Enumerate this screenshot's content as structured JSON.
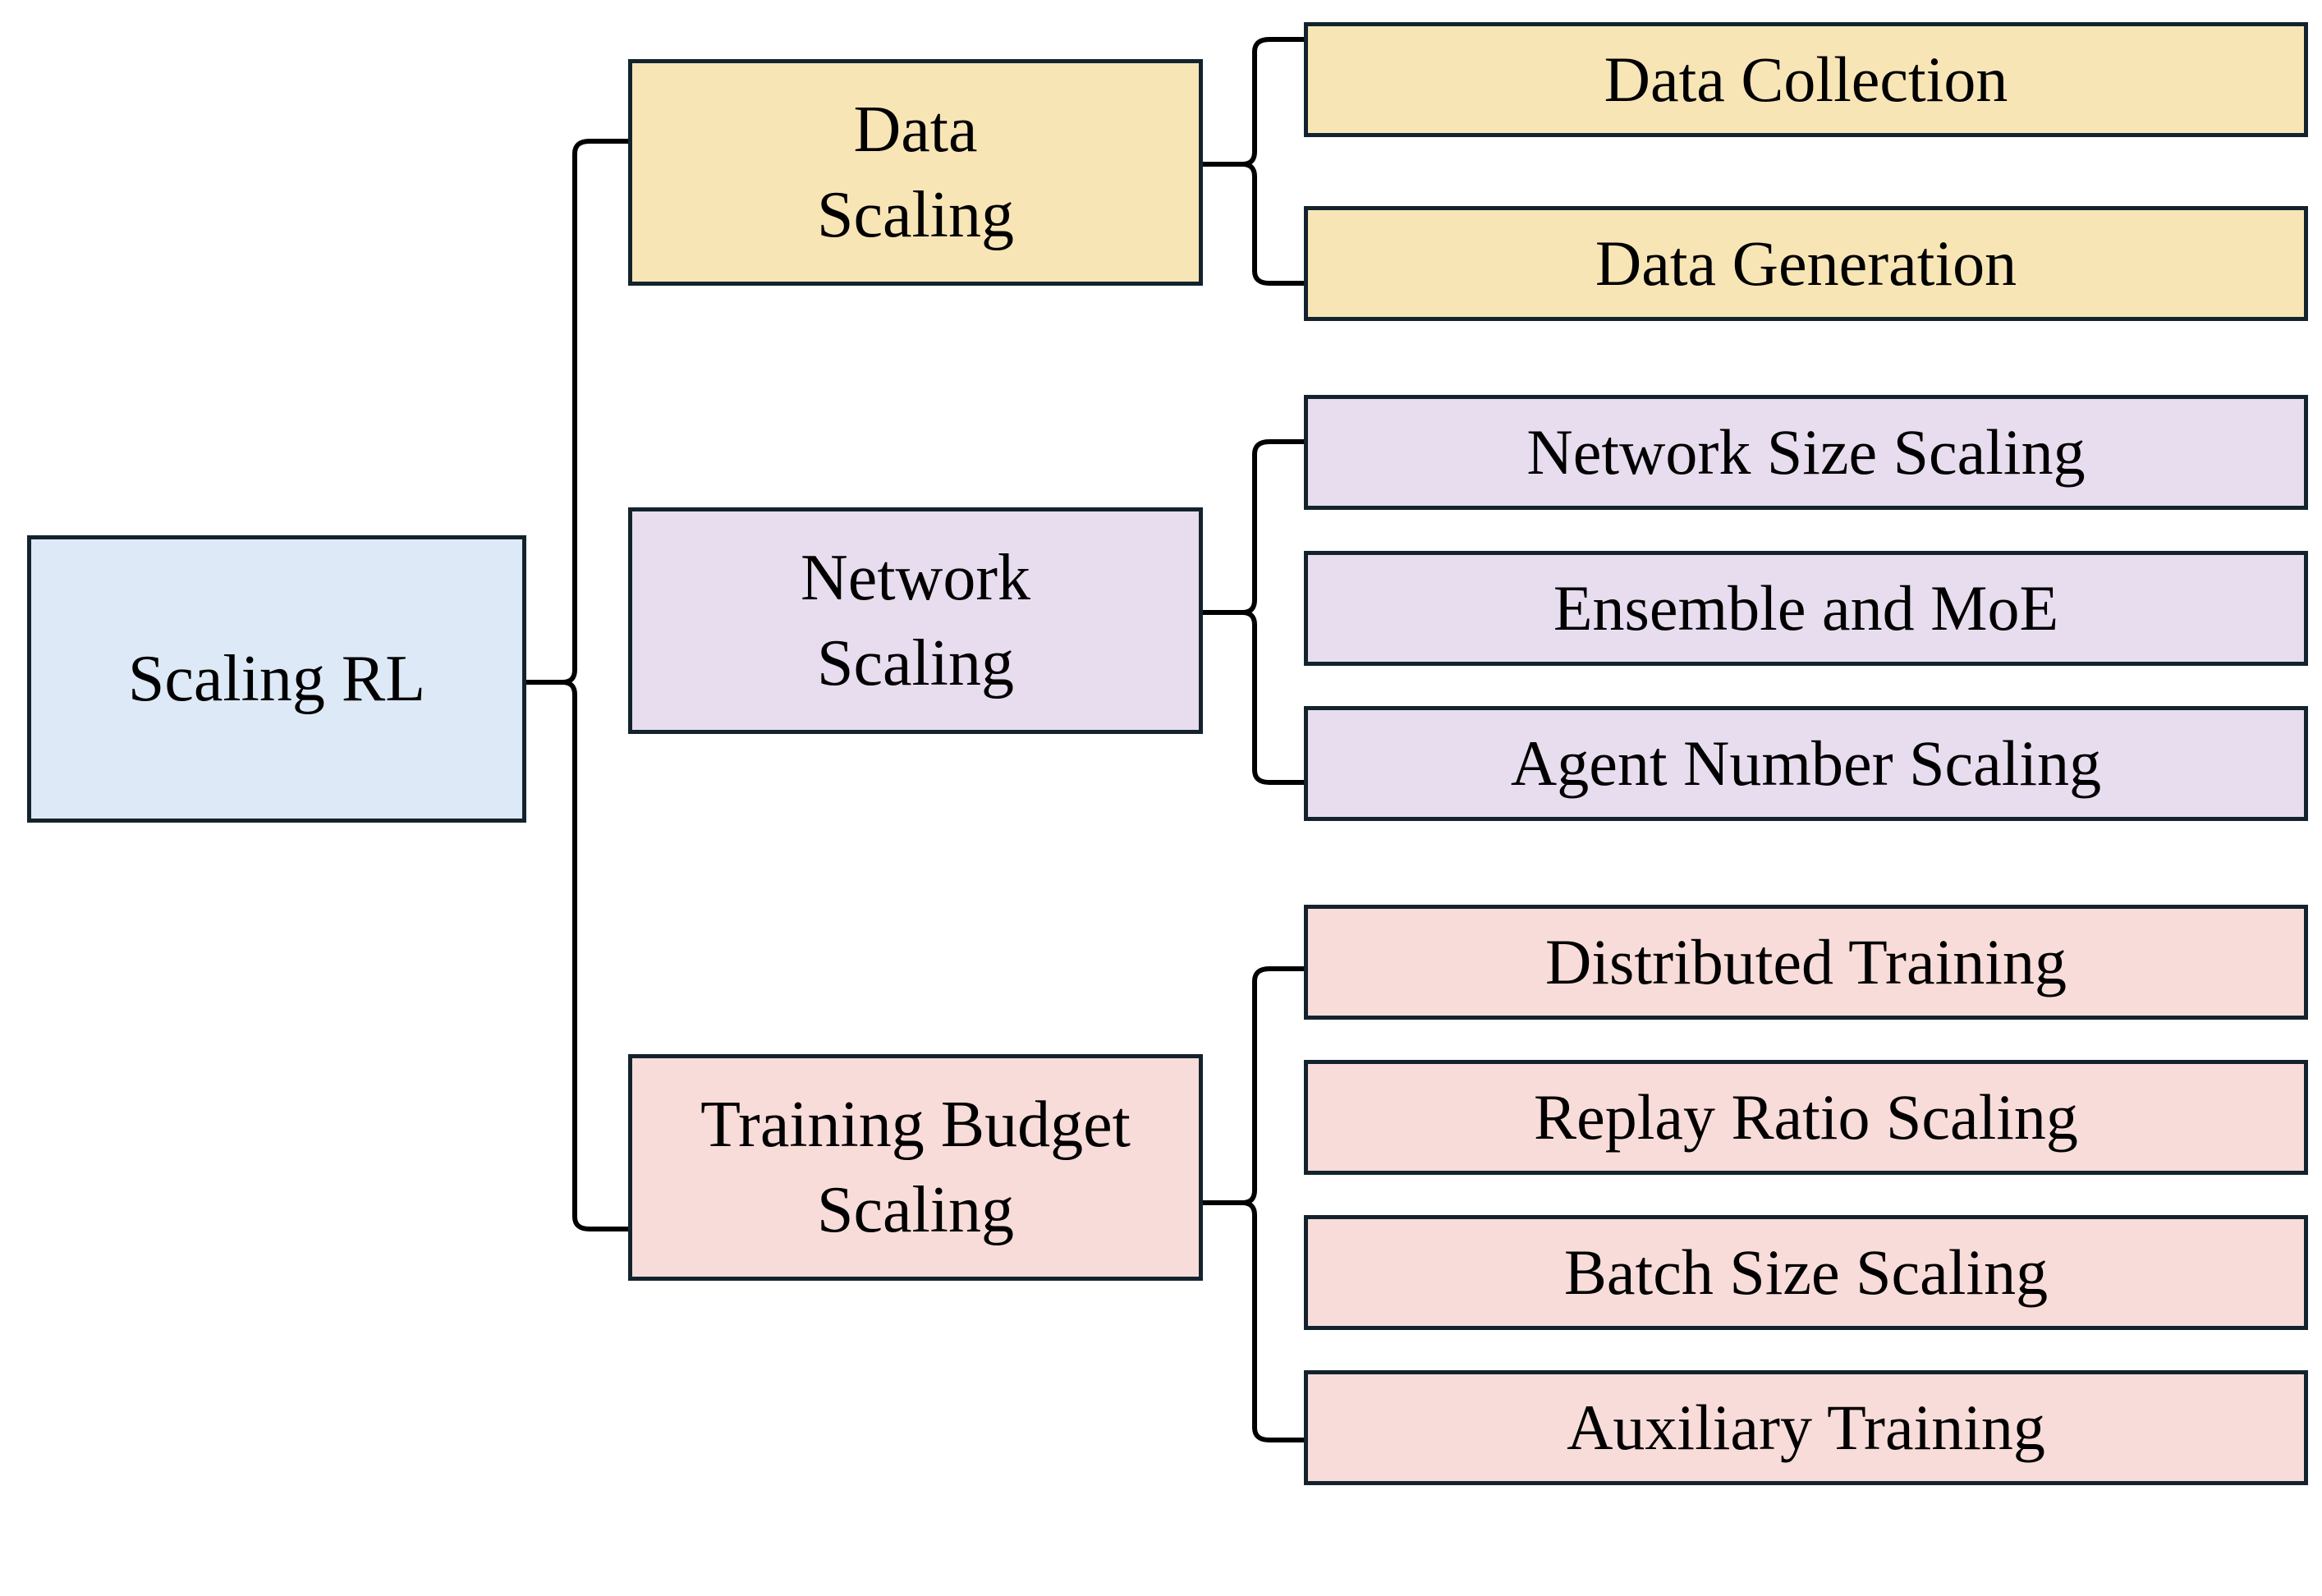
{
  "root": {
    "label": "Scaling RL",
    "fill": "#dde9f6"
  },
  "categories": [
    {
      "label": "Data\nScaling",
      "fill": "#f8e5b6",
      "items": [
        "Data Collection",
        "Data Generation"
      ]
    },
    {
      "label": "Network\nScaling",
      "fill": "#e7ddee",
      "items": [
        "Network Size Scaling",
        "Ensemble and MoE",
        "Agent Number Scaling"
      ]
    },
    {
      "label": "Training Budget\nScaling",
      "fill": "#f8dcd9",
      "items": [
        "Distributed Training",
        "Replay Ratio Scaling",
        "Batch Size Scaling",
        "Auxiliary Training"
      ]
    }
  ],
  "colors": {
    "border": "#13232e",
    "connector": "#000000"
  }
}
